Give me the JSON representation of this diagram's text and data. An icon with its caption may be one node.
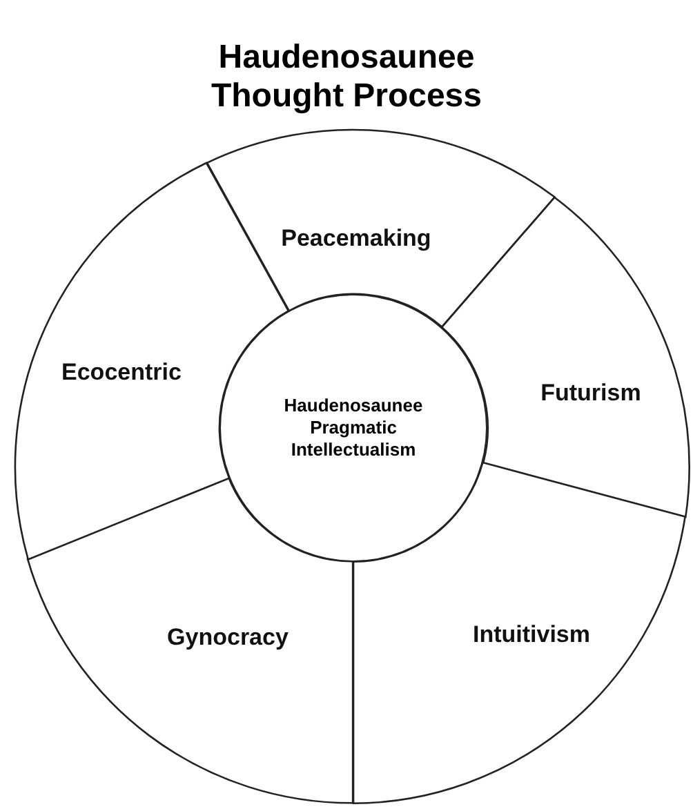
{
  "diagram": {
    "title": "Haudenosaunee Thought Process",
    "nodes": [
      {
        "text": [
          "Peacemaking"
        ]
      },
      {
        "text": [
          "Futurism"
        ]
      },
      {
        "text": [
          "Intuitivism"
        ]
      },
      {
        "text": [
          "Gynocracy"
        ]
      },
      {
        "text": [
          "Ecocentric"
        ]
      },
      {
        "text": [
          "Haudenosaunee Pragmatic Intellectualism"
        ]
      }
    ]
  }
}
